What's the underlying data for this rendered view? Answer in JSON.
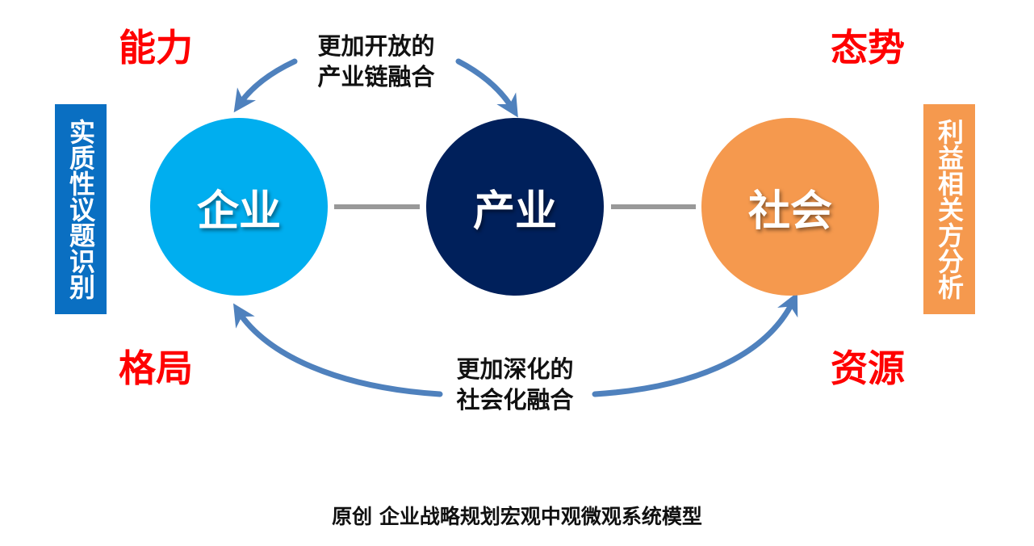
{
  "corners": {
    "top_left": "能力",
    "top_right": "态势",
    "bottom_left": "格局",
    "bottom_right": "资源"
  },
  "side_bars": {
    "left": {
      "label": "实质性议题识别",
      "color": "#0a6fc2"
    },
    "right": {
      "label": "利益相关方分析",
      "color": "#f5994e"
    }
  },
  "nodes": [
    {
      "id": "enterprise",
      "label": "企业",
      "color": "#00aeef"
    },
    {
      "id": "industry",
      "label": "产业",
      "color": "#00205b"
    },
    {
      "id": "society",
      "label": "社会",
      "color": "#f5994e"
    }
  ],
  "flows": {
    "top": {
      "line1": "更加开放的",
      "line2": "产业链融合"
    },
    "bottom": {
      "line1": "更加深化的",
      "line2": "社会化融合"
    }
  },
  "footer": "原创 企业战略规划宏观中观微观系统模型",
  "colors": {
    "arrow": "#4f81bd",
    "connector": "#999999",
    "accent_text": "#ff0000"
  }
}
